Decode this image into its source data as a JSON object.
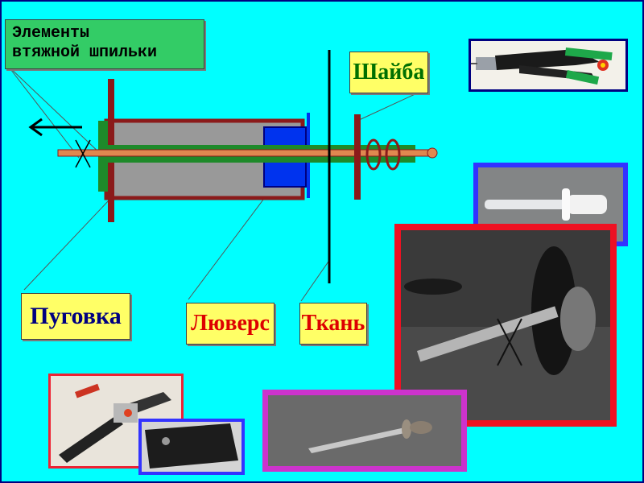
{
  "labels": {
    "elements": "Элементы\nвтяжной шпильки",
    "washer": "Шайба",
    "button": "Пуговка",
    "grommet": "Люверс",
    "fabric": "Ткань"
  },
  "colors": {
    "frame": "#000080",
    "background": "#00ffff",
    "label_bg": "#ffff66",
    "elements_label_bg": "#33cc66",
    "washer_text": "#007000",
    "button_text": "#000080",
    "red_text": "#dd0000",
    "pin": "#e08850",
    "cylinder": "#999999",
    "grommet_fill": "#0033ee",
    "dark_red": "#8b1a1a",
    "green_bar": "#1e8a2a"
  },
  "photos": [
    {
      "name": "riveter-tool-photo",
      "border": "#000080"
    },
    {
      "name": "rivet-photo",
      "border": "#3333ff"
    },
    {
      "name": "rivet-assembly-photo",
      "border": "#ee1122"
    },
    {
      "name": "cutter-tool-photo",
      "border": "#ee2233"
    },
    {
      "name": "fabric-swatch-photo",
      "border": "#3333ff"
    },
    {
      "name": "rivet-pin-photo",
      "border": "#cc33cc"
    }
  ]
}
